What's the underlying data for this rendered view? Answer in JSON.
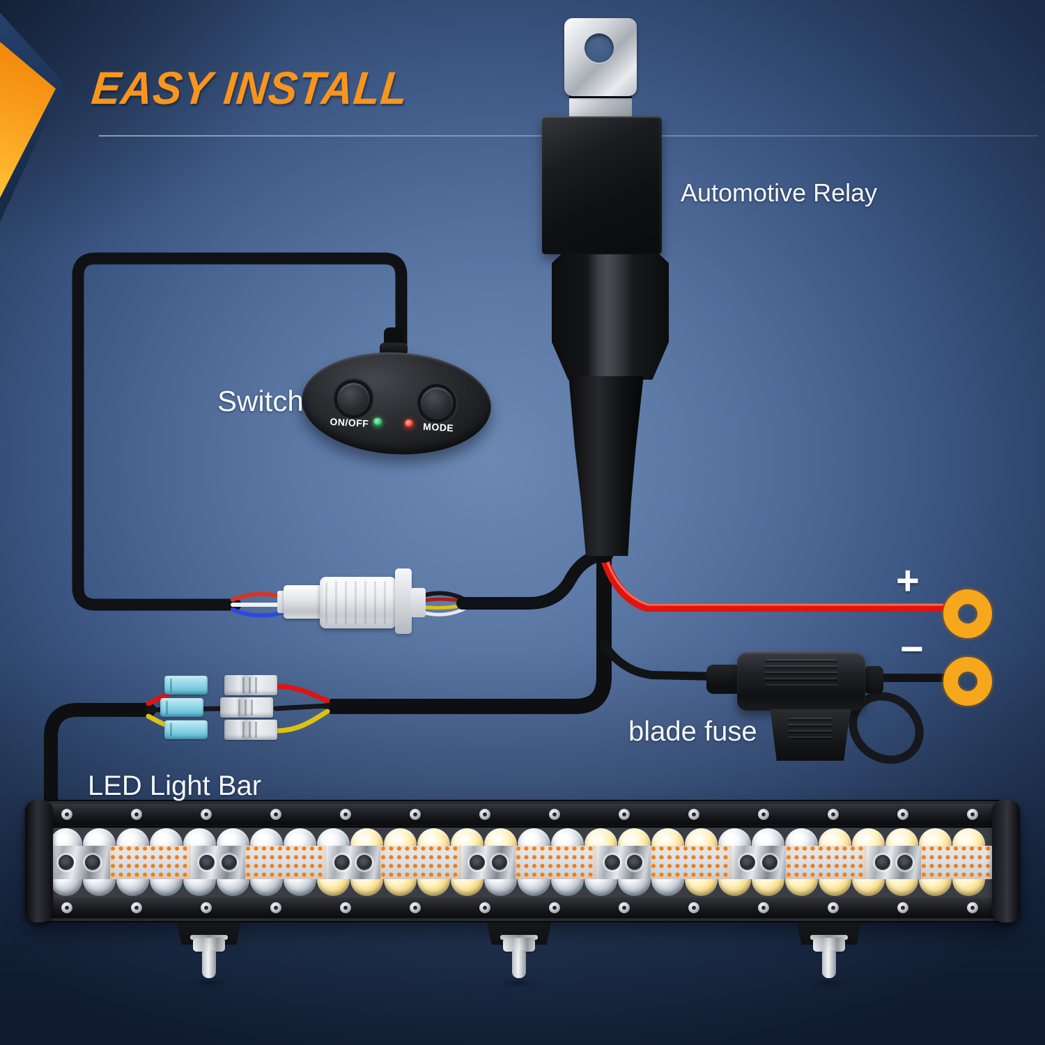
{
  "title": "EASY INSTALL",
  "labels": {
    "relay": "Automotive Relay",
    "switch": "Switch",
    "fuse": "blade fuse",
    "light_bar": "LED Light Bar"
  },
  "switch_panel": {
    "on_off": "ON/OFF",
    "mode": "MODE"
  },
  "terminals": {
    "positive": "+",
    "negative": "−"
  },
  "colors": {
    "accent_orange": "#F7941D",
    "title_orange": "#F8951D",
    "wire_red": "#DF1410",
    "wire_yellow": "#DCC312",
    "wire_blue": "#2B49E0",
    "wire_black": "#121316",
    "ring_terminal_yellow": "#F6A71B",
    "power_led_green": "#2FC76F",
    "mode_led_red": "#E02414",
    "background_center": "#6C89B5",
    "background_edge": "#1B2C49"
  }
}
